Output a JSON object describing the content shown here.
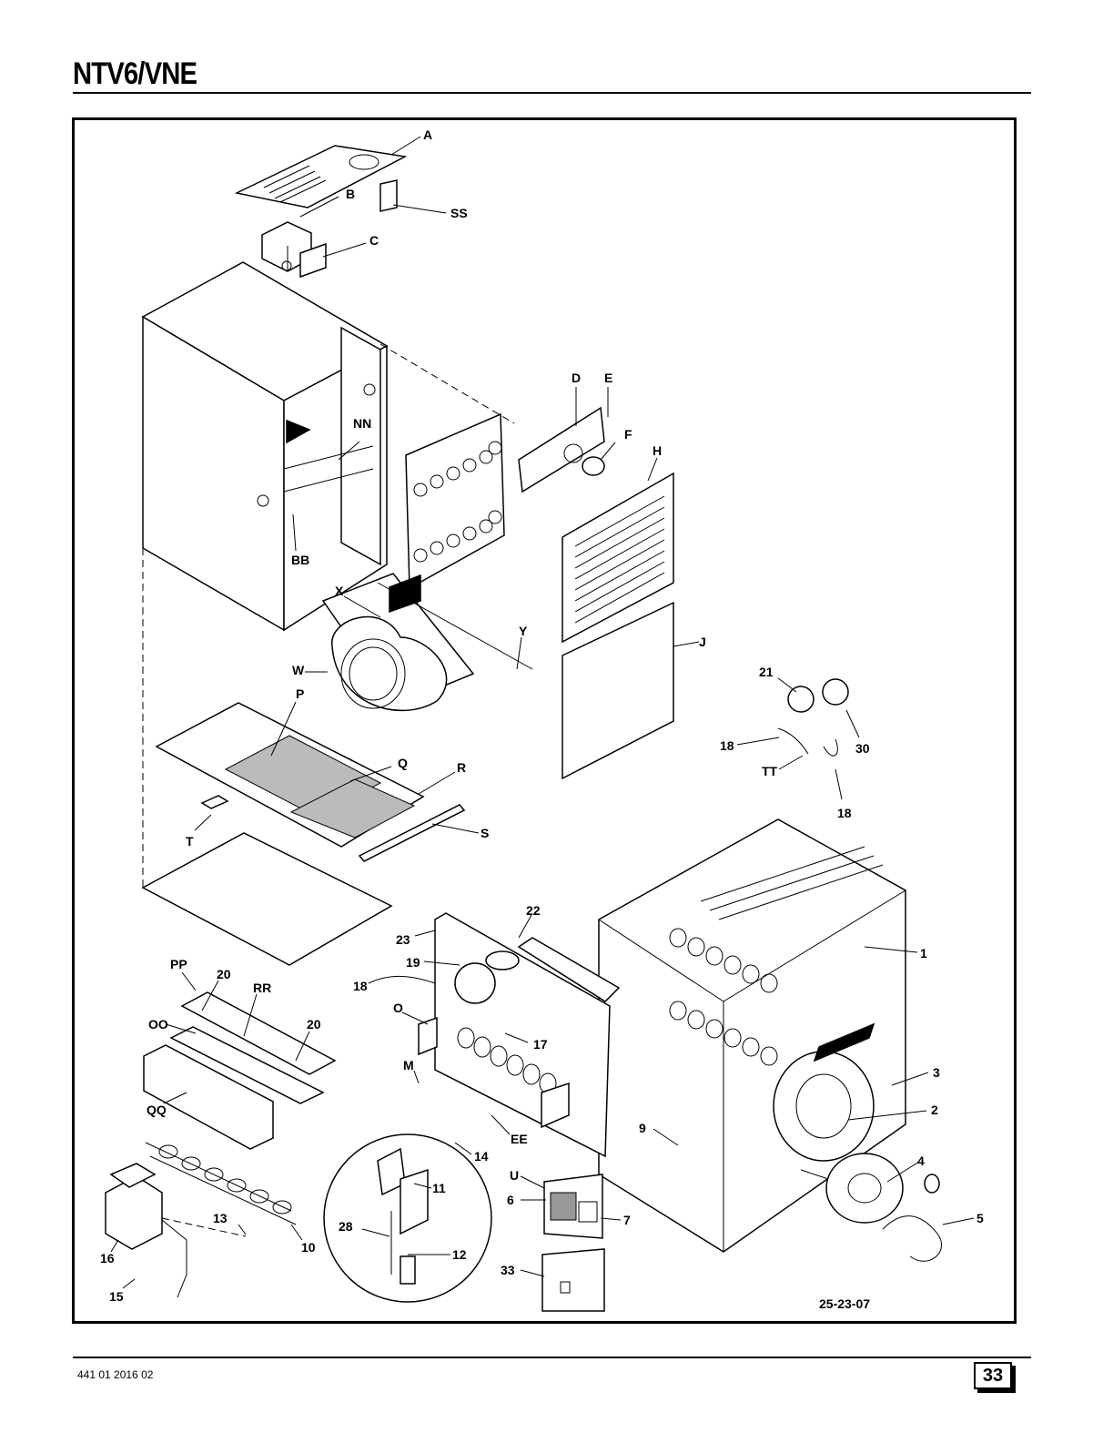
{
  "header": {
    "title": "NTV6/VNE"
  },
  "footer": {
    "doc_number": "441 01 2016 02",
    "page_number": "33"
  },
  "diagram": {
    "drawing_id": "25-23-07",
    "labels": [
      "A",
      "B",
      "SS",
      "C",
      "D",
      "E",
      "F",
      "NN",
      "H",
      "BB",
      "X",
      "Y",
      "J",
      "W",
      "P",
      "21",
      "30",
      "18",
      "TT",
      "18",
      "Q",
      "R",
      "T",
      "S",
      "22",
      "23",
      "1",
      "19",
      "18",
      "PP",
      "20",
      "RR",
      "OO",
      "20",
      "O",
      "17",
      "3",
      "M",
      "2",
      "QQ",
      "EE",
      "14",
      "9",
      "4",
      "U",
      "11",
      "6",
      "7",
      "5",
      "13",
      "28",
      "10",
      "12",
      "16",
      "33",
      "15"
    ]
  }
}
